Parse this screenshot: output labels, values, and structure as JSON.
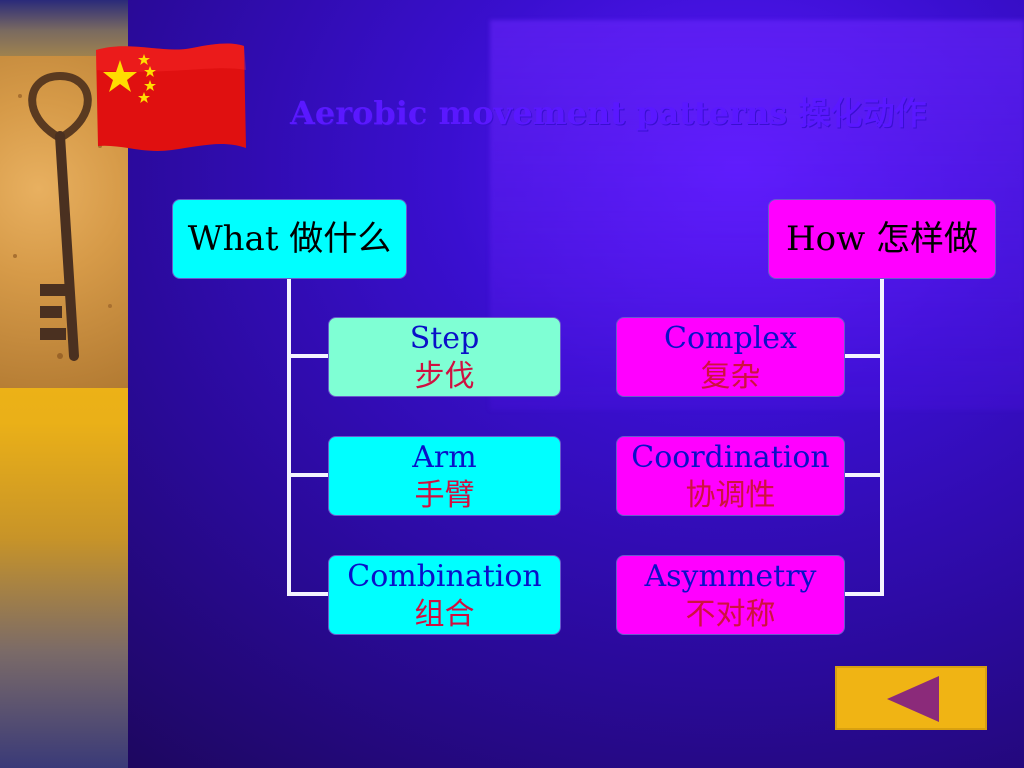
{
  "slide": {
    "title": "Aerobic movement patterns  操化动作",
    "what_header": "What 做什么",
    "how_header": "How 怎样做",
    "what_items": [
      {
        "en": "Step",
        "zh": "步伐"
      },
      {
        "en": "Arm",
        "zh": "手臂"
      },
      {
        "en": "Combination",
        "zh": "组合"
      }
    ],
    "how_items": [
      {
        "en": "Complex",
        "zh": "复杂"
      },
      {
        "en": "Coordination",
        "zh": "协调性"
      },
      {
        "en": "Asymmetry",
        "zh": "不对称"
      }
    ]
  },
  "decor": {
    "photo": "rusty-key-photo",
    "flag": "china-flag-icon",
    "nav_icon": "back-arrow-icon"
  },
  "colors": {
    "background": "#3a0fd0",
    "title": "#5a18ff",
    "cyan_box": "#00ffff",
    "mint_box": "#7fffd4",
    "magenta_box": "#ff00ff",
    "english_text": "#0a10c8",
    "chinese_text": "#d01040",
    "nav_button": "#f0b414",
    "nav_arrow": "#8b2a7a"
  }
}
